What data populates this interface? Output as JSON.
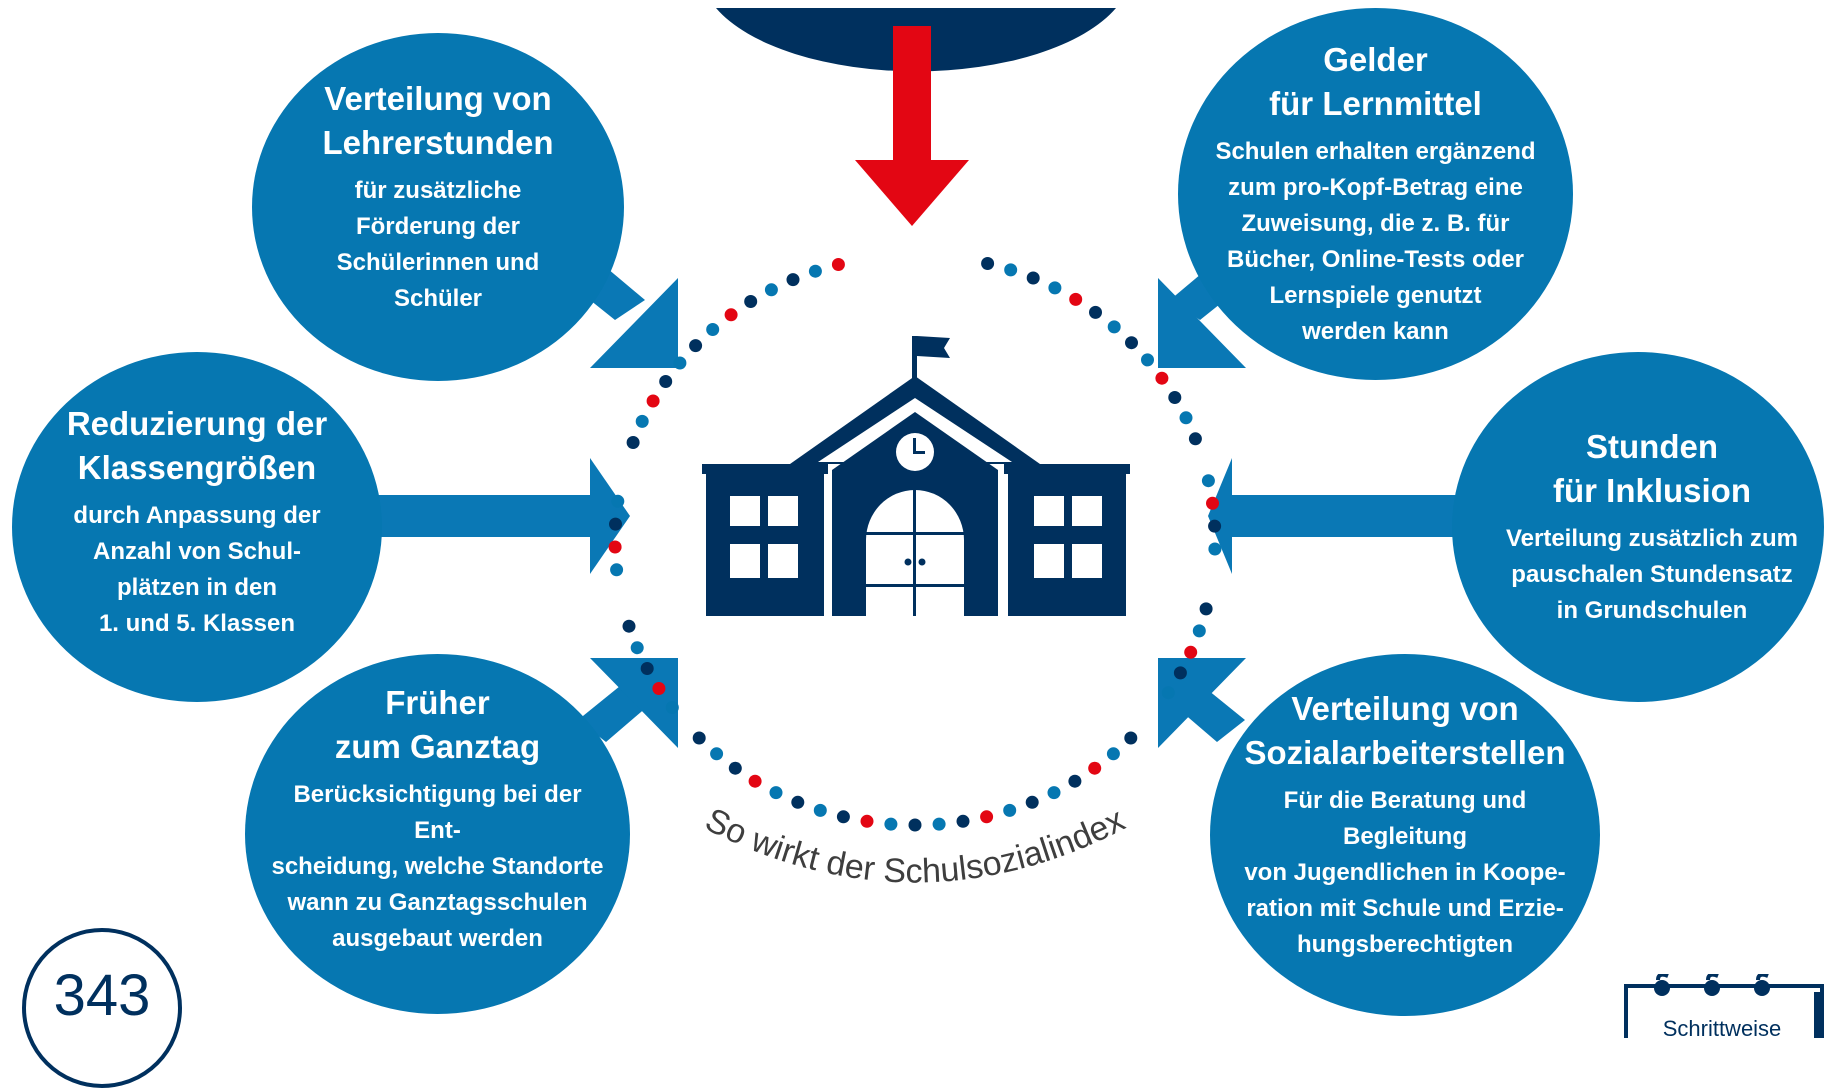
{
  "center_caption": "So wirkt der Schulsozialindex",
  "page_number": "343",
  "corner_label": "Schrittweise",
  "colors": {
    "circle_blue": "#0677b1",
    "arrow_blue": "#0a78b5",
    "navy": "#00305e",
    "red": "#e30613",
    "caption": "#3e3e3e"
  },
  "measures": [
    {
      "id": "lehrerstunden",
      "title": "Verteilung von\nLehrerstunden",
      "body": "für zusätzliche\nFörderung der\nSchülerinnen und\nSchüler"
    },
    {
      "id": "klassengroessen",
      "title": "Reduzierung der\nKlassengrößen",
      "body": "durch Anpassung der\nAnzahl von Schul-\nplätzen in den\n1. und 5. Klassen"
    },
    {
      "id": "ganztag",
      "title": "Früher\nzum Ganztag",
      "body": "Berücksichtigung bei der Ent-\nscheidung, welche Standorte\nwann zu Ganztagsschulen\nausgebaut werden"
    },
    {
      "id": "lernmittel",
      "title": "Gelder\nfür Lernmittel",
      "body": "Schulen erhalten ergänzend\nzum pro-Kopf-Betrag eine\nZuweisung, die z. B. für\nBücher, Online-Tests oder\nLernspiele genutzt\nwerden kann"
    },
    {
      "id": "inklusion",
      "title": "Stunden\nfür Inklusion",
      "body": "Verteilung zusätzlich zum\npauschalen Stundensatz\nin Grundschulen"
    },
    {
      "id": "sozialarbeit",
      "title": "Verteilung von\nSozialarbeiterstellen",
      "body": "Für die Beratung und Begleitung\nvon Jugendlichen in Koope-\nration mit Schule und Erzie-\nhungsberechtigten"
    }
  ]
}
